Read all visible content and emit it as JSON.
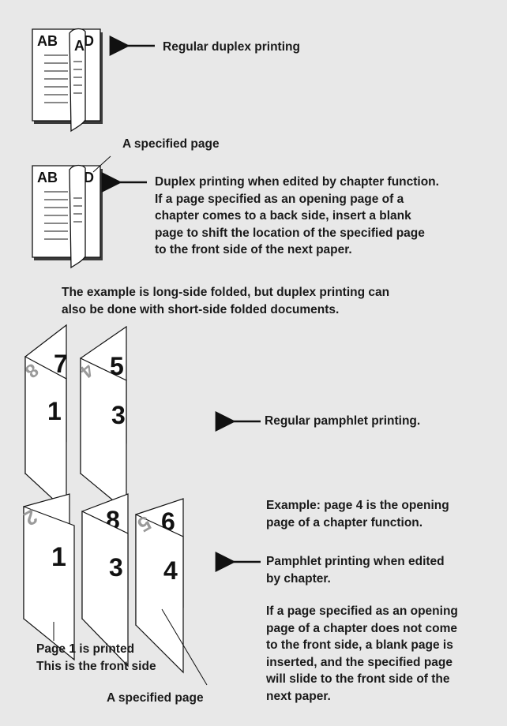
{
  "section1": {
    "book_letters_left": "AB",
    "book_letters_flip": "A",
    "book_letter_right": "D",
    "caption": "Regular duplex printing"
  },
  "section2": {
    "pointer_label": "A specified page",
    "book_letters_left": "AB",
    "book_letter_right": "D",
    "caption_lines": [
      "Duplex printing when edited by chapter function.",
      "If a page specified as an opening page of a",
      "chapter comes to a back side, insert a blank",
      "page to shift the location of the specified page",
      "to the front side of the next paper."
    ]
  },
  "note_lines": [
    "The example is long-side folded, but duplex printing can",
    "also be done with short-side folded documents."
  ],
  "section3": {
    "sheet1": {
      "top": "7",
      "ghost": "8",
      "front": "1"
    },
    "sheet2": {
      "top": "5",
      "ghost": "4",
      "front": "3"
    },
    "caption": "Regular pamphlet printing."
  },
  "section4": {
    "example_lines": [
      "Example: page 4 is the opening",
      "page of a chapter function."
    ],
    "sheet1": {
      "ghost": "2",
      "front": "1"
    },
    "sheet2": {
      "top": "8",
      "front": "3"
    },
    "sheet3": {
      "top": "6",
      "ghost": "5",
      "front": "4"
    },
    "caption_lines": [
      "Pamphlet printing when edited",
      "by chapter."
    ],
    "explanation_lines": [
      "If a page specified as an opening",
      "page of a chapter does not come",
      "to the front side, a blank page is",
      "inserted, and the specified page",
      "will slide to the front side of the",
      "next paper."
    ],
    "page1_label_lines": [
      "Page 1 is printed",
      "This is the front side"
    ],
    "specified_label": "A specified page"
  }
}
